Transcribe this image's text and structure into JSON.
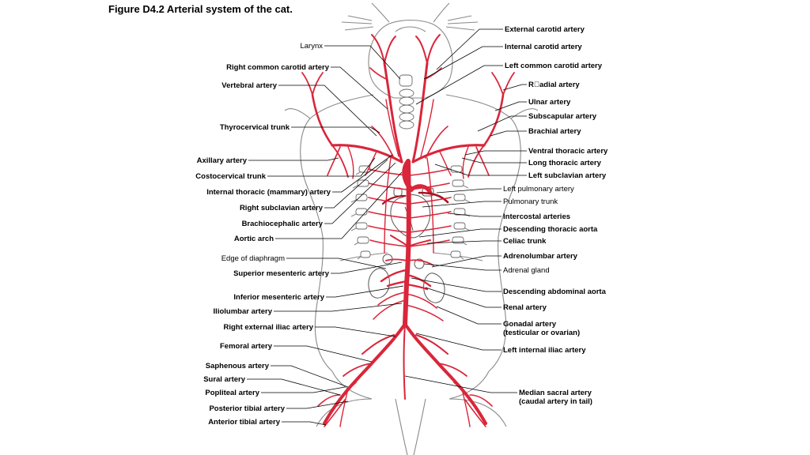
{
  "figure": {
    "title": "Figure D4.2  Arterial system of the cat."
  },
  "colors": {
    "artery": "#d9263a",
    "artery_dark": "#a5111f",
    "outline": "#8a8a8a",
    "leader": "#000000"
  },
  "labels": {
    "larynx": "Larynx",
    "right_common_carotid": "Right common carotid artery",
    "vertebral": "Vertebral artery",
    "thyrocervical": "Thyrocervical trunk",
    "axillary": "Axillary artery",
    "costocervical": "Costocervical trunk",
    "internal_thoracic": "Internal thoracic (mammary) artery",
    "right_subclavian": "Right subclavian artery",
    "brachiocephalic": "Brachiocephalic artery",
    "aortic_arch": "Aortic arch",
    "edge_diaphragm": "Edge of diaphragm",
    "superior_mesenteric": "Superior mesenteric artery",
    "inferior_mesenteric": "Inferior mesenteric artery",
    "iliolumbar": "Iliolumbar artery",
    "right_external_iliac": "Right external iliac artery",
    "femoral": "Femoral artery",
    "saphenous": "Saphenous artery",
    "sural": "Sural artery",
    "popliteal": "Popliteal artery",
    "posterior_tibial": "Posterior tibial artery",
    "anterior_tibial": "Anterior tibial artery",
    "external_carotid": "External carotid artery",
    "internal_carotid": "Internal carotid artery",
    "left_common_carotid": "Left common carotid artery",
    "radial": "R\u0000adial artery",
    "ulnar": "Ulnar artery",
    "subscapular": "Subscapular artery",
    "brachial": "Brachial artery",
    "ventral_thoracic": "Ventral thoracic artery",
    "long_thoracic": "Long thoracic artery",
    "left_subclavian": "Left subclavian artery",
    "left_pulmonary": "Left pulmonary artery",
    "pulmonary_trunk": "Pulmonary trunk",
    "intercostal": "Intercostal arteries",
    "descending_thoracic": "Descending thoracic aorta",
    "celiac": "Celiac trunk",
    "adrenolumbar": "Adrenolumbar artery",
    "adrenal_gland": "Adrenal gland",
    "descending_abdominal": "Descending abdominal aorta",
    "renal": "Renal artery",
    "gonadal_1": "Gonadal artery",
    "gonadal_2": "(testicular or ovarian)",
    "left_internal_iliac": "Left internal iliac artery",
    "median_sacral_1": "Median sacral artery",
    "median_sacral_2": "(caudal artery in tail)"
  }
}
